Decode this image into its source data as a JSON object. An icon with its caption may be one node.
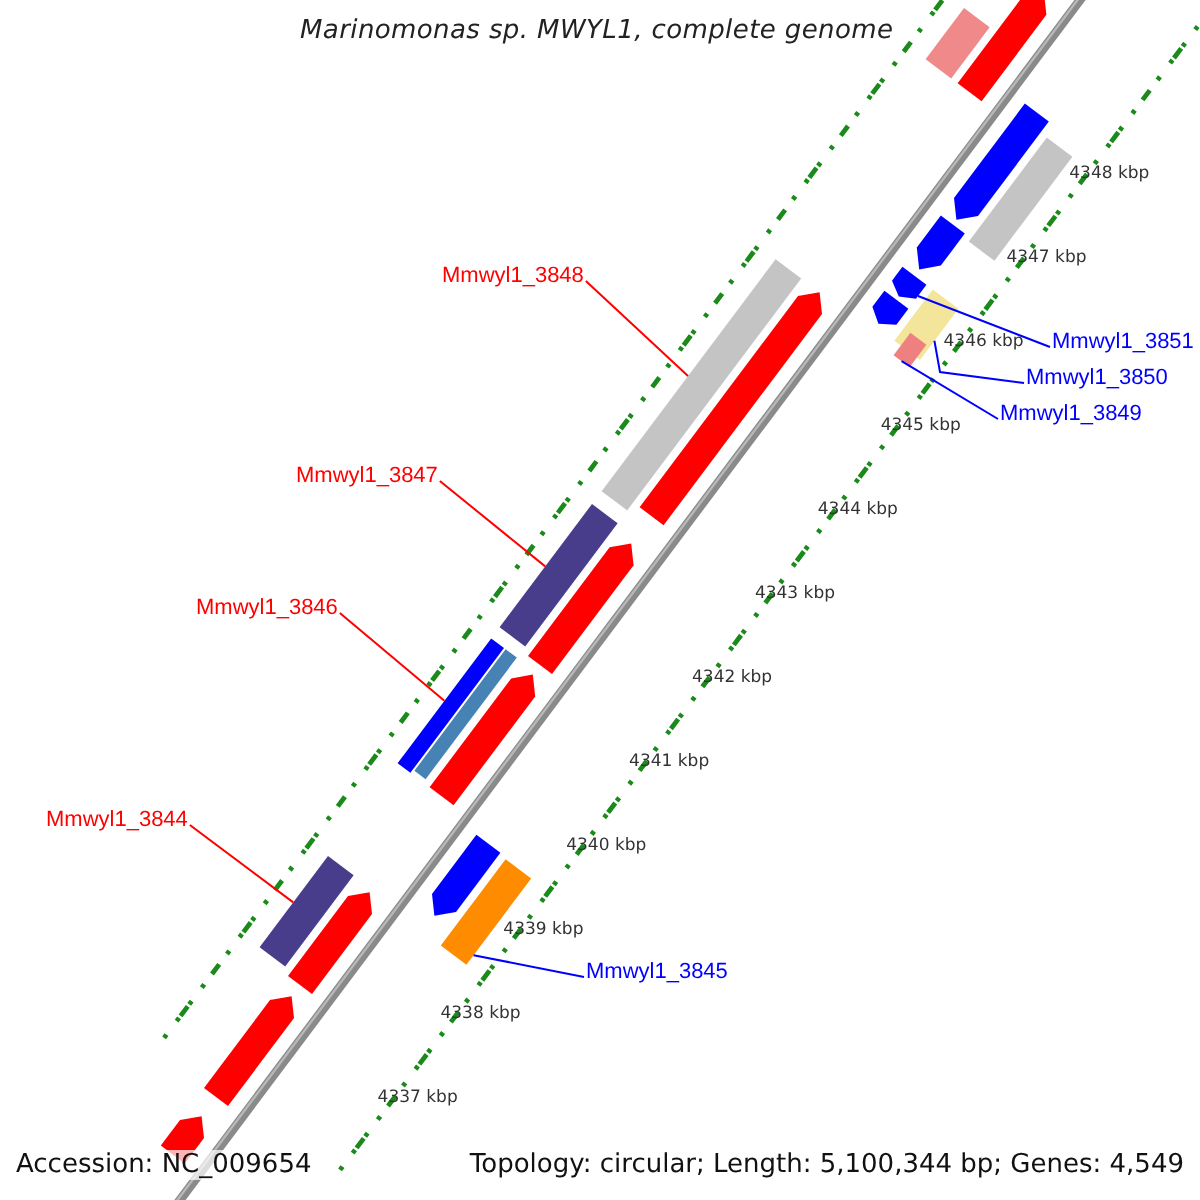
{
  "diagram": {
    "title": "Marinomonas sp. MWYL1, complete genome",
    "nodes": [
      {
        "text": [
          "Mmwyl1_3848"
        ]
      },
      {
        "text": [
          "Mmwyl1_3851"
        ]
      },
      {
        "text": [
          "Mmwyl1_3850"
        ]
      },
      {
        "text": [
          "Mmwyl1_3849"
        ]
      },
      {
        "text": [
          "Mmwyl1_3847"
        ]
      },
      {
        "text": [
          "Mmwyl1_3846"
        ]
      },
      {
        "text": [
          "Mmwyl1_3844"
        ]
      },
      {
        "text": [
          "Mmwyl1_3845"
        ]
      },
      {
        "text": [],
        "shape": "bar"
      },
      {
        "text": [],
        "shape": "bar"
      },
      {
        "text": [],
        "shape": "bar"
      },
      {
        "text": [],
        "shape": "bar"
      },
      {
        "text": [],
        "shape": "bar"
      },
      {
        "text": [],
        "shape": "bar"
      },
      {
        "text": [],
        "shape": "bar"
      },
      {
        "text": [],
        "shape": "bar"
      },
      {
        "text": [],
        "shape": "bar"
      },
      {
        "text": [],
        "shape": "bar"
      },
      {
        "text": [],
        "shape": "bar"
      },
      {
        "text": [],
        "shape": "bar"
      },
      {
        "text": [],
        "shape": "bar"
      },
      {
        "text": [],
        "shape": "bar"
      },
      {
        "text": [],
        "shape": "bar"
      },
      {
        "text": [],
        "shape": "bar"
      },
      {
        "text": [],
        "shape": "bar"
      },
      {
        "text": [],
        "shape": "bar"
      },
      {
        "text": [],
        "shape": "bar"
      },
      {
        "text": [],
        "shape": "bar"
      },
      {
        "text": [],
        "shape": "bar"
      }
    ],
    "edges": [
      {
        "from": 0,
        "to": 8,
        "arrow": "none",
        "color": "#ff0000"
      },
      {
        "from": 1,
        "to": 9,
        "arrow": "none",
        "color": "#0000ff"
      },
      {
        "from": 2,
        "to": 10,
        "arrow": "none",
        "color": "#0000ff"
      },
      {
        "from": 3,
        "to": 11,
        "arrow": "none",
        "color": "#0000ff"
      },
      {
        "from": 4,
        "to": 12,
        "arrow": "none",
        "color": "#ff0000"
      },
      {
        "from": 5,
        "to": 13,
        "arrow": "none",
        "color": "#ff0000"
      },
      {
        "from": 6,
        "to": 14,
        "arrow": "none",
        "color": "#ff0000"
      },
      {
        "from": 7,
        "to": 15,
        "arrow": "none",
        "color": "#0000ff"
      }
    ],
    "labels": [
      "4348 kbp",
      "4347 kbp",
      "4346 kbp",
      "4345 kbp",
      "4344 kbp",
      "4343 kbp",
      "4342 kbp",
      "4341 kbp",
      "4340 kbp",
      "4339 kbp",
      "4338 kbp",
      "4337 kbp",
      "Accession: NC_009654",
      "Topology: circular; Length: 5,100,344 bp; Genes: 4,549"
    ]
  }
}
